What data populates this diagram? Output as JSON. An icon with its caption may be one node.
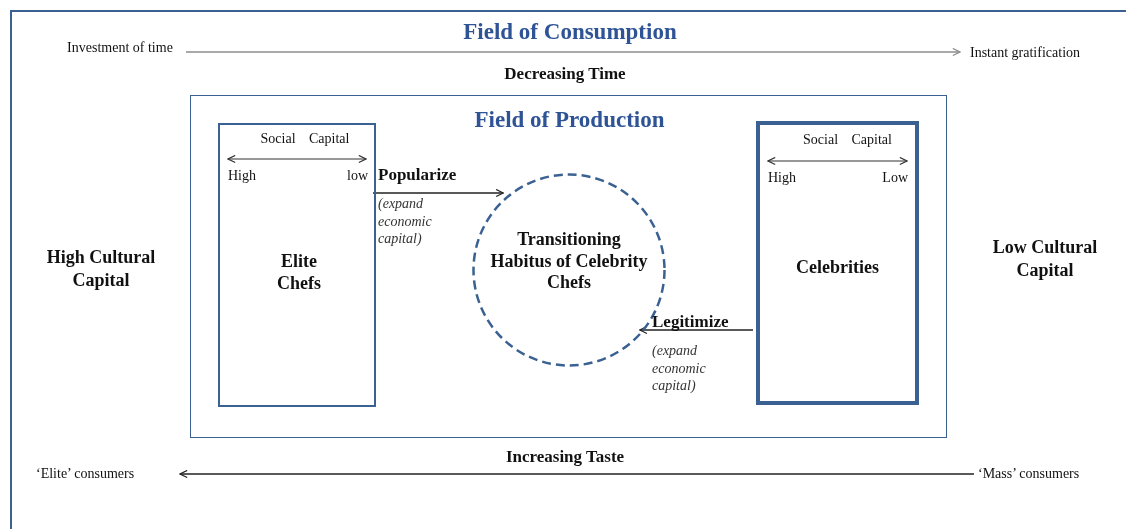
{
  "diagram": {
    "nodes": [
      {
        "text": [
          "Field of Consumption"
        ]
      },
      {
        "text": [
          "Field of Production"
        ],
        "in": 0
      },
      {
        "text": [
          "Social Capital",
          "High",
          "low",
          "Elite Chefs"
        ],
        "in": 1
      },
      {
        "text": [
          "Transitioning Habitus of Celebrity Chefs"
        ],
        "in": 1
      },
      {
        "text": [
          "Social Capital",
          "High",
          "Low",
          "Celebrities"
        ],
        "in": 1
      },
      {
        "text": [
          "Investment of time"
        ],
        "in": 0
      },
      {
        "text": [
          "Instant gratification"
        ],
        "in": 0
      },
      {
        "text": [
          "‘Elite’ consumers"
        ],
        "in": 0
      },
      {
        "text": [
          "‘Mass’ consumers"
        ],
        "in": 0
      }
    ],
    "edges": [
      {
        "from": 5,
        "to": 6,
        "arrow": "to",
        "label": "Decreasing Time",
        "color": "#8c8c8c"
      },
      {
        "from": 2,
        "to": 3,
        "arrow": "to",
        "label": "**Popularize** *(expand economic capital)*"
      },
      {
        "from": 4,
        "to": 3,
        "arrow": "to",
        "label": "**Legitimize** *(expand economic capital)*"
      },
      {
        "from": 8,
        "to": 7,
        "arrow": "to",
        "label": "Increasing Taste"
      }
    ],
    "labels": [
      "High Cultural Capital",
      "Low Cultural Capital"
    ]
  }
}
